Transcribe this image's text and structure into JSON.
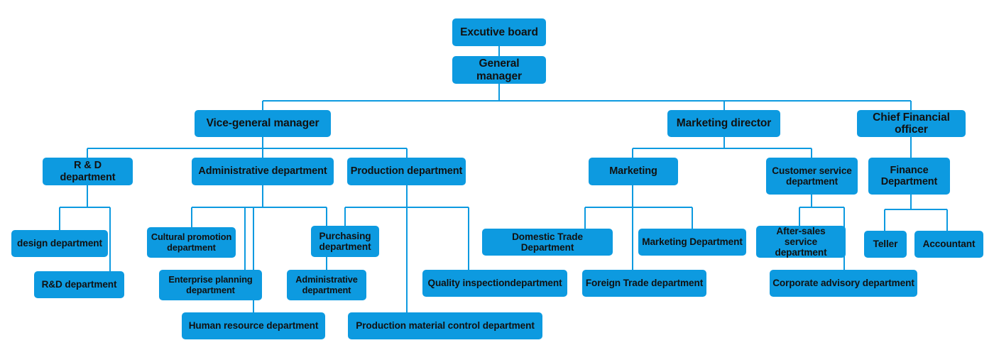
{
  "diagram": {
    "title": "Company Organizational Chart",
    "type": "org-chart",
    "colors": {
      "node_fill": "#0d9ae0",
      "connector": "#0d9ae0",
      "node_text": "#111111",
      "background": "#ffffff"
    }
  },
  "nodes": {
    "executive_board": "Excutive board",
    "general_manager": "General manager",
    "vice_general_manager": "Vice-general  manager",
    "marketing_director": "Marketing   director",
    "chief_financial_officer": "Chief Financial  officer",
    "rd_department": "R & D department",
    "administrative_department": "Administrative  department",
    "production_department": "Production  department",
    "marketing": "Marketing",
    "customer_service_department": "Customer service\ndepartment",
    "finance_department": "Finance\nDepartment",
    "design_department": "design department",
    "rd_department_2": "R&D department",
    "cultural_promotion_department": "Cultural promotion\ndepartment",
    "enterprise_planning_department": "Enterprise planning\ndepartment",
    "human_resource_department": "Human resource department",
    "purchasing_department": "Purchasing\ndepartment",
    "administrative_department_2": "Administrative\ndepartment",
    "quality_inspection_department": "Quality  inspectiondepartment",
    "production_material_control_department": "Production material   control department",
    "domestic_trade_department": "Domestic Trade  Department",
    "marketing_department": "Marketing Department",
    "foreign_trade_department": "Foreign Trade   department",
    "after_sales_service_department": "After-sales service\ndepartment",
    "corporate_advisory_department": "Corporate advisory  department",
    "teller": "Teller",
    "accountant": "Accountant"
  },
  "hierarchy": {
    "root": "executive_board",
    "edges": [
      [
        "executive_board",
        "general_manager"
      ],
      [
        "general_manager",
        "vice_general_manager"
      ],
      [
        "general_manager",
        "marketing_director"
      ],
      [
        "general_manager",
        "chief_financial_officer"
      ],
      [
        "vice_general_manager",
        "rd_department"
      ],
      [
        "vice_general_manager",
        "administrative_department"
      ],
      [
        "vice_general_manager",
        "production_department"
      ],
      [
        "marketing_director",
        "marketing"
      ],
      [
        "marketing_director",
        "customer_service_department"
      ],
      [
        "chief_financial_officer",
        "finance_department"
      ],
      [
        "rd_department",
        "design_department"
      ],
      [
        "rd_department",
        "rd_department_2"
      ],
      [
        "administrative_department",
        "cultural_promotion_department"
      ],
      [
        "administrative_department",
        "enterprise_planning_department"
      ],
      [
        "administrative_department",
        "administrative_department_2"
      ],
      [
        "administrative_department",
        "human_resource_department"
      ],
      [
        "production_department",
        "purchasing_department"
      ],
      [
        "production_department",
        "quality_inspection_department"
      ],
      [
        "production_department",
        "production_material_control_department"
      ],
      [
        "marketing",
        "domestic_trade_department"
      ],
      [
        "marketing",
        "marketing_department"
      ],
      [
        "marketing",
        "foreign_trade_department"
      ],
      [
        "customer_service_department",
        "after_sales_service_department"
      ],
      [
        "customer_service_department",
        "corporate_advisory_department"
      ],
      [
        "finance_department",
        "teller"
      ],
      [
        "finance_department",
        "accountant"
      ]
    ]
  }
}
